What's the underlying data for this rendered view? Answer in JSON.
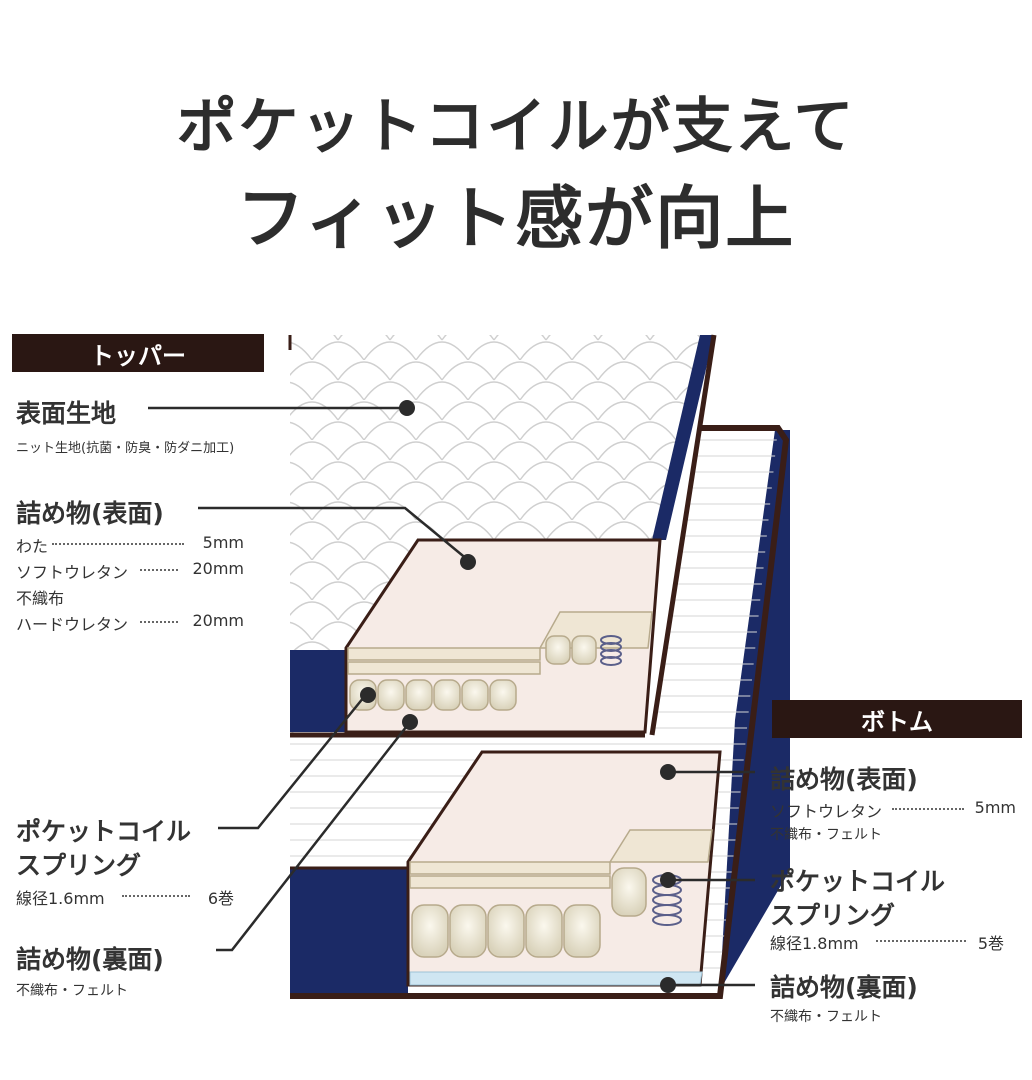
{
  "headline": {
    "line1": "ポケットコイルが支えて",
    "line2": "フィット感が向上"
  },
  "topper": {
    "tag": "トッパー",
    "surface_fabric": {
      "title": "表面生地",
      "desc": "ニット生地(抗菌・防臭・防ダニ加工)"
    },
    "filling_top": {
      "title": "詰め物(表面)",
      "items": [
        {
          "label": "わた",
          "value": "5mm"
        },
        {
          "label": "ソフトウレタン",
          "value": "20mm"
        },
        {
          "label": "不織布",
          "value": ""
        },
        {
          "label": "ハードウレタン",
          "value": "20mm"
        }
      ]
    },
    "pocket_coil": {
      "title_line1": "ポケットコイル",
      "title_line2": "スプリング",
      "spec_label": "線径1.6mm",
      "spec_value": "6巻"
    },
    "filling_back": {
      "title": "詰め物(裏面)",
      "desc": "不織布・フェルト"
    }
  },
  "bottom": {
    "tag": "ボトム",
    "filling_top": {
      "title": "詰め物(表面)",
      "spec_label": "ソフトウレタン",
      "spec_value": "5mm",
      "desc": "不織布・フェルト"
    },
    "pocket_coil": {
      "title_line1": "ポケットコイル",
      "title_line2": "スプリング",
      "spec_label": "線径1.8mm",
      "spec_value": "5巻"
    },
    "filling_back": {
      "title": "詰め物(裏面)",
      "desc": "不織布・フェルト"
    }
  },
  "colors": {
    "frame": "#3a1e17",
    "navy": "#1b2a66",
    "foam": "#f6ebe6",
    "coil": "#e9e3cf",
    "felt_blue": "#cfe6f2",
    "tag_bg": "#2a1713"
  }
}
